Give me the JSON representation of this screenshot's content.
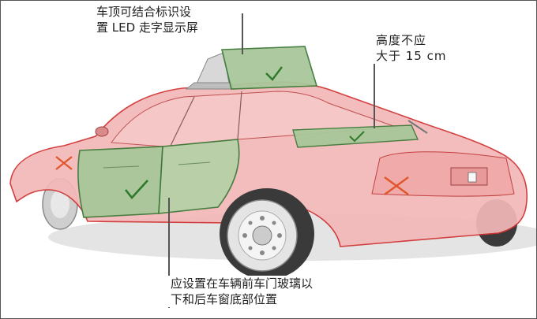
{
  "annotations": {
    "roof_sign": {
      "line1": "车顶可结合标识设",
      "line2": "置 LED 走字显示屏"
    },
    "height_limit": {
      "line1": "高度不应",
      "line2": "大于 15 cm"
    },
    "window_placement": {
      "line1": "应设置在车辆前车门玻璃以",
      "line2": "下和后车窗底部位置"
    }
  },
  "zones": {
    "allowed": [
      "roof-sign",
      "rear-window-strip",
      "front-doors",
      "rear-doors"
    ],
    "not_allowed": [
      "front-fender",
      "trunk-rear"
    ]
  },
  "colors": {
    "allowed_fill": "#a9c79a",
    "allowed_mark": "#2f7a2a",
    "not_allowed_mark": "#e0552a",
    "body_fill": "#f4b8b8",
    "body_outline": "#d03030"
  }
}
